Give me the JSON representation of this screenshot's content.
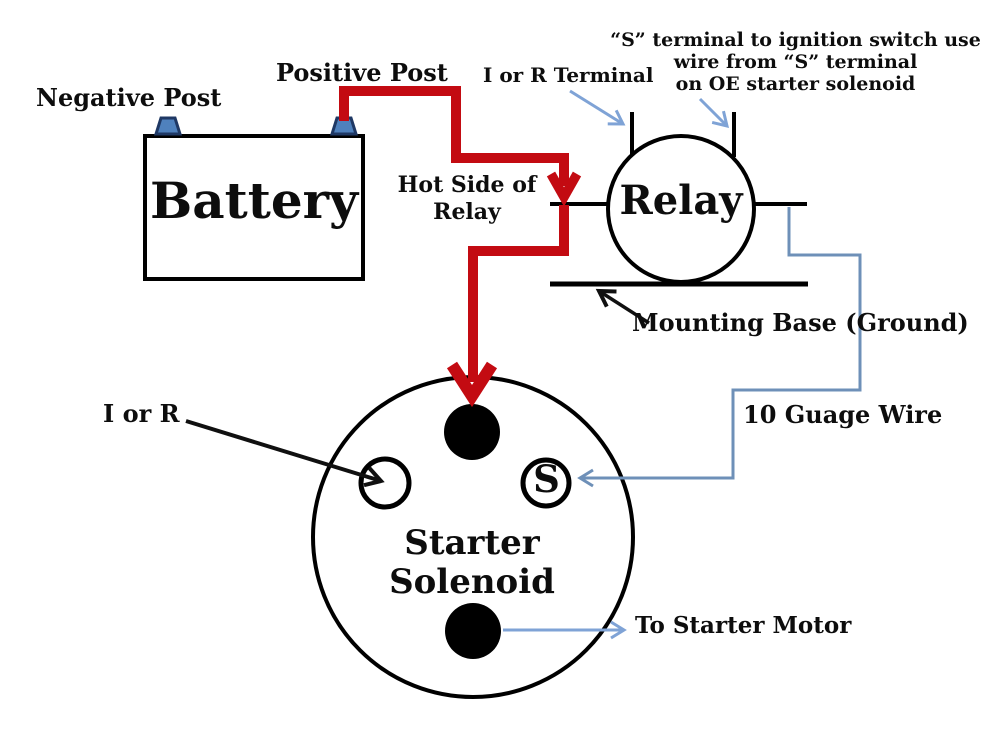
{
  "diagram": {
    "title": "Starter solenoid relay wiring diagram",
    "colors": {
      "hot_wire": "#c30b12",
      "signal_wire": "#6e90b8",
      "annotation_arrow": "#7fa3d6",
      "black_arrow": "#101010",
      "outline": "#000000",
      "post_fill": "#4f81bd",
      "post_border": "#1f3864"
    },
    "battery": {
      "label": "Battery",
      "negative_post_label": "Negative Post",
      "positive_post_label": "Positive Post"
    },
    "relay": {
      "label": "Relay",
      "i_or_r_terminal_label": "I or R Terminal",
      "s_note": {
        "line1": "“S” terminal to ignition switch use",
        "line2": "wire from “S” terminal",
        "line3": "on OE starter solenoid"
      },
      "hot_side": {
        "line1": "Hot Side of",
        "line2": "Relay"
      },
      "mounting_base_label": "Mounting Base (Ground)"
    },
    "solenoid": {
      "label": "Starter Solenoid",
      "s_terminal_label": "S",
      "i_or_r_label": "I or R",
      "wire_gauge_label": "10 Guage Wire",
      "to_starter_motor_label": "To Starter Motor"
    }
  }
}
